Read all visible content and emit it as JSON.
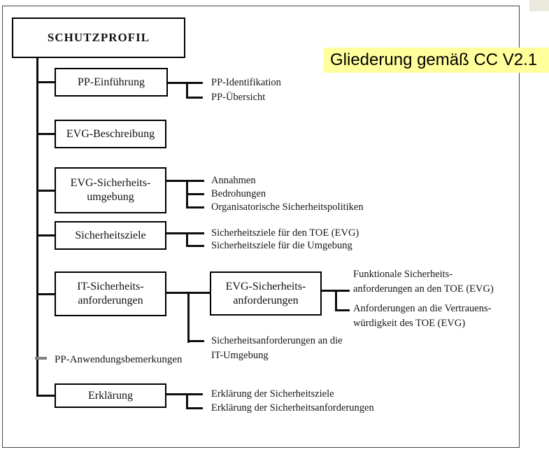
{
  "colors": {
    "badge_bg": "#ffff9c",
    "corner_square": "#ece9dd",
    "line": "#0d0d0d"
  },
  "badge": {
    "label": "Gliederung gemäß CC V2.1"
  },
  "tree": {
    "root": "SCHUTZPROFIL",
    "boxes": {
      "pp_einfuehrung": "PP-Einführung",
      "evg_beschreibung": "EVG-Beschreibung",
      "evg_sicherheitsumgebung": "EVG-Sicherheits-\numgebung",
      "sicherheitsziele": "Sicherheitsziele",
      "it_sicherheitsanforderungen": "IT-Sicherheits-\nanforderungen",
      "evg_sicherheitsanforderungen": "EVG-Sicherheits-\nanforderungen",
      "erklaerung": "Erklärung"
    },
    "leaves": {
      "pp_identifikation": "PP-Identifikation",
      "pp_uebersicht": "PP-Übersicht",
      "annahmen": "Annahmen",
      "bedrohungen": "Bedrohungen",
      "org_politiken": "Organisatorische Sicherheitspolitiken",
      "ziele_toe": "Sicherheitsziele für den TOE (EVG)",
      "ziele_umgebung": "Sicherheitsziele für die Umgebung",
      "funktionale": "Funktionale Sicherheits-\nanforderungen an den TOE (EVG)",
      "vertrauens": "Anforderungen an die Vertrauens-\nwürdigkeit des TOE (EVG)",
      "it_umgebung": "Sicherheitsanforderungen an die\nIT-Umgebung",
      "pp_anwendung": "PP-Anwendungsbemerkungen",
      "erkl_ziele": "Erklärung der Sicherheitsziele",
      "erkl_anforderungen": "Erklärung der Sicherheitsanforderungen"
    }
  }
}
